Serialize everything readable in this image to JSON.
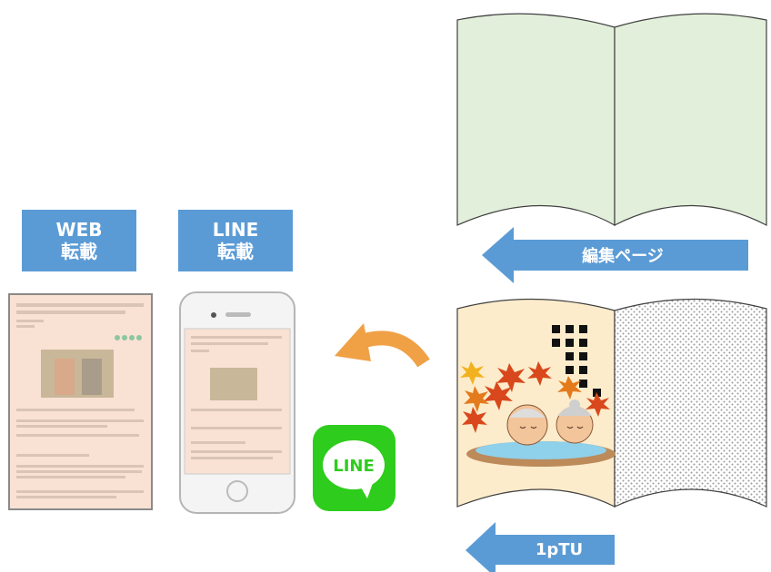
{
  "labels": {
    "web": {
      "line1": "WEB",
      "line2": "転載"
    },
    "line": {
      "line1": "LINE",
      "line2": "転載"
    }
  },
  "arrows": {
    "edit_page": "編集ページ",
    "one_ptu": "1pTU"
  },
  "line_app": {
    "logo_text": "LINE"
  },
  "icons": {
    "web_preview": "web-article-icon",
    "phone": "smartphone-icon",
    "line_logo": "line-app-icon",
    "curved_arrow": "curved-arrow-icon"
  },
  "colors": {
    "label_blue": "#5b9bd5",
    "line_green": "#2ecc1c",
    "orange_arrow": "#f0a146",
    "book_green": "#e2efda",
    "book_cream": "#fdeccb"
  }
}
